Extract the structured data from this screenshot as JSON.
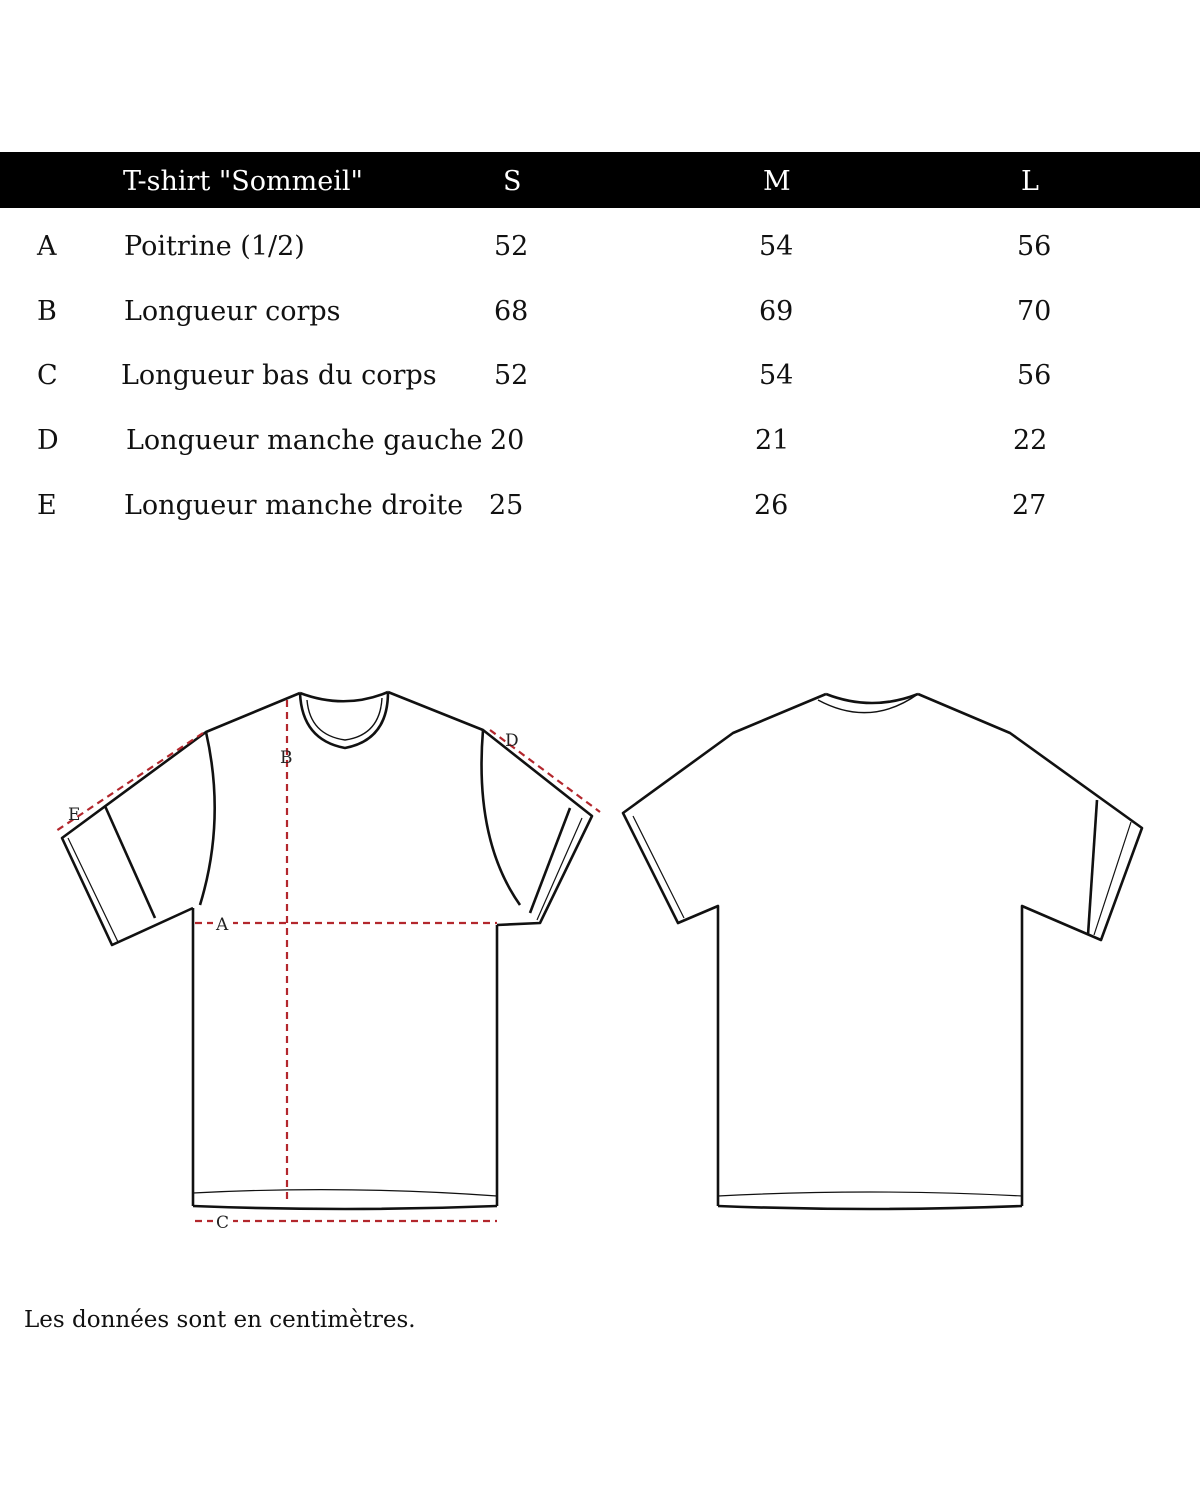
{
  "table": {
    "header": {
      "product": "T-shirt \"Sommeil\"",
      "sizes": [
        "S",
        "M",
        "L"
      ]
    },
    "rows": [
      {
        "letter": "A",
        "label": "Poitrine (1/2)",
        "values": [
          "52",
          "54",
          "56"
        ]
      },
      {
        "letter": "B",
        "label": "Longueur corps",
        "values": [
          "68",
          "69",
          "70"
        ]
      },
      {
        "letter": "C",
        "label": "Longueur bas du corps",
        "values": [
          "52",
          "54",
          "56"
        ]
      },
      {
        "letter": "D",
        "label": "Longueur manche gauche",
        "values": [
          "20",
          "21",
          "22"
        ]
      },
      {
        "letter": "E",
        "label": "Longueur manche droite",
        "values": [
          "25",
          "26",
          "27"
        ]
      }
    ]
  },
  "diagram": {
    "markers": {
      "a": "A",
      "b": "B",
      "c": "C",
      "d": "D",
      "e": "E"
    },
    "measure_line_color": "#b3272d",
    "outline_color": "#111111"
  },
  "footnote": "Les données sont en centimètres."
}
